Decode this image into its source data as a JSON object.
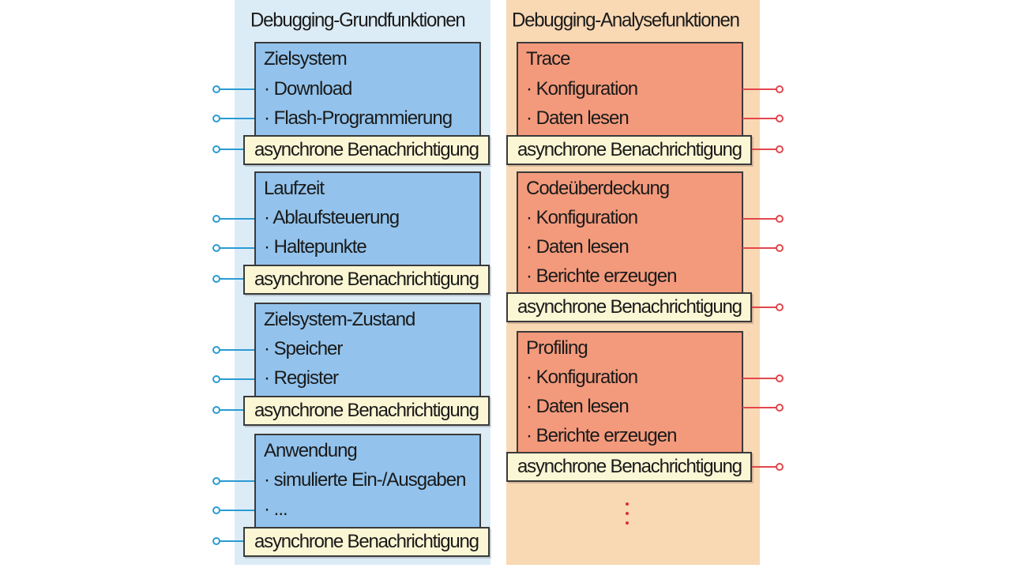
{
  "left_panel": {
    "title": "Debugging-Grundfunktionen",
    "groups": [
      {
        "title": "Zielsystem",
        "items": [
          "· Download",
          "· Flash-Programmierung"
        ],
        "notification": "asynchrone Benachrichtigung"
      },
      {
        "title": "Laufzeit",
        "items": [
          "· Ablaufsteuerung",
          "· Haltepunkte"
        ],
        "notification": "asynchrone Benachrichtigung"
      },
      {
        "title": "Zielsystem-Zustand",
        "items": [
          "· Speicher",
          "· Register"
        ],
        "notification": "asynchrone Benachrichtigung"
      },
      {
        "title": "Anwendung",
        "items": [
          "· simulierte Ein-/Ausgaben",
          "· ..."
        ],
        "notification": "asynchrone Benachrichtigung"
      }
    ]
  },
  "right_panel": {
    "title": "Debugging-Analysefunktionen",
    "groups": [
      {
        "title": "Trace",
        "items": [
          "· Konfiguration",
          "· Daten lesen"
        ],
        "notification": "asynchrone Benachrichtigung"
      },
      {
        "title": "Codeüberdeckung",
        "items": [
          "· Konfiguration",
          "· Daten lesen",
          "· Berichte erzeugen"
        ],
        "notification": "asynchrone Benachrichtigung"
      },
      {
        "title": "Profiling",
        "items": [
          "· Konfiguration",
          "· Daten lesen",
          "· Berichte erzeugen"
        ],
        "notification": "asynchrone Benachrichtigung"
      }
    ],
    "continuation": "more-items-ellipsis"
  },
  "colors": {
    "left_background": "#dcecf7",
    "right_background": "#f9d8b4",
    "left_box": "#93c3ec",
    "right_box": "#f39a7c",
    "notification": "#fbf6d4",
    "left_connector": "#2a9bd3",
    "right_connector": "#e0474c"
  }
}
